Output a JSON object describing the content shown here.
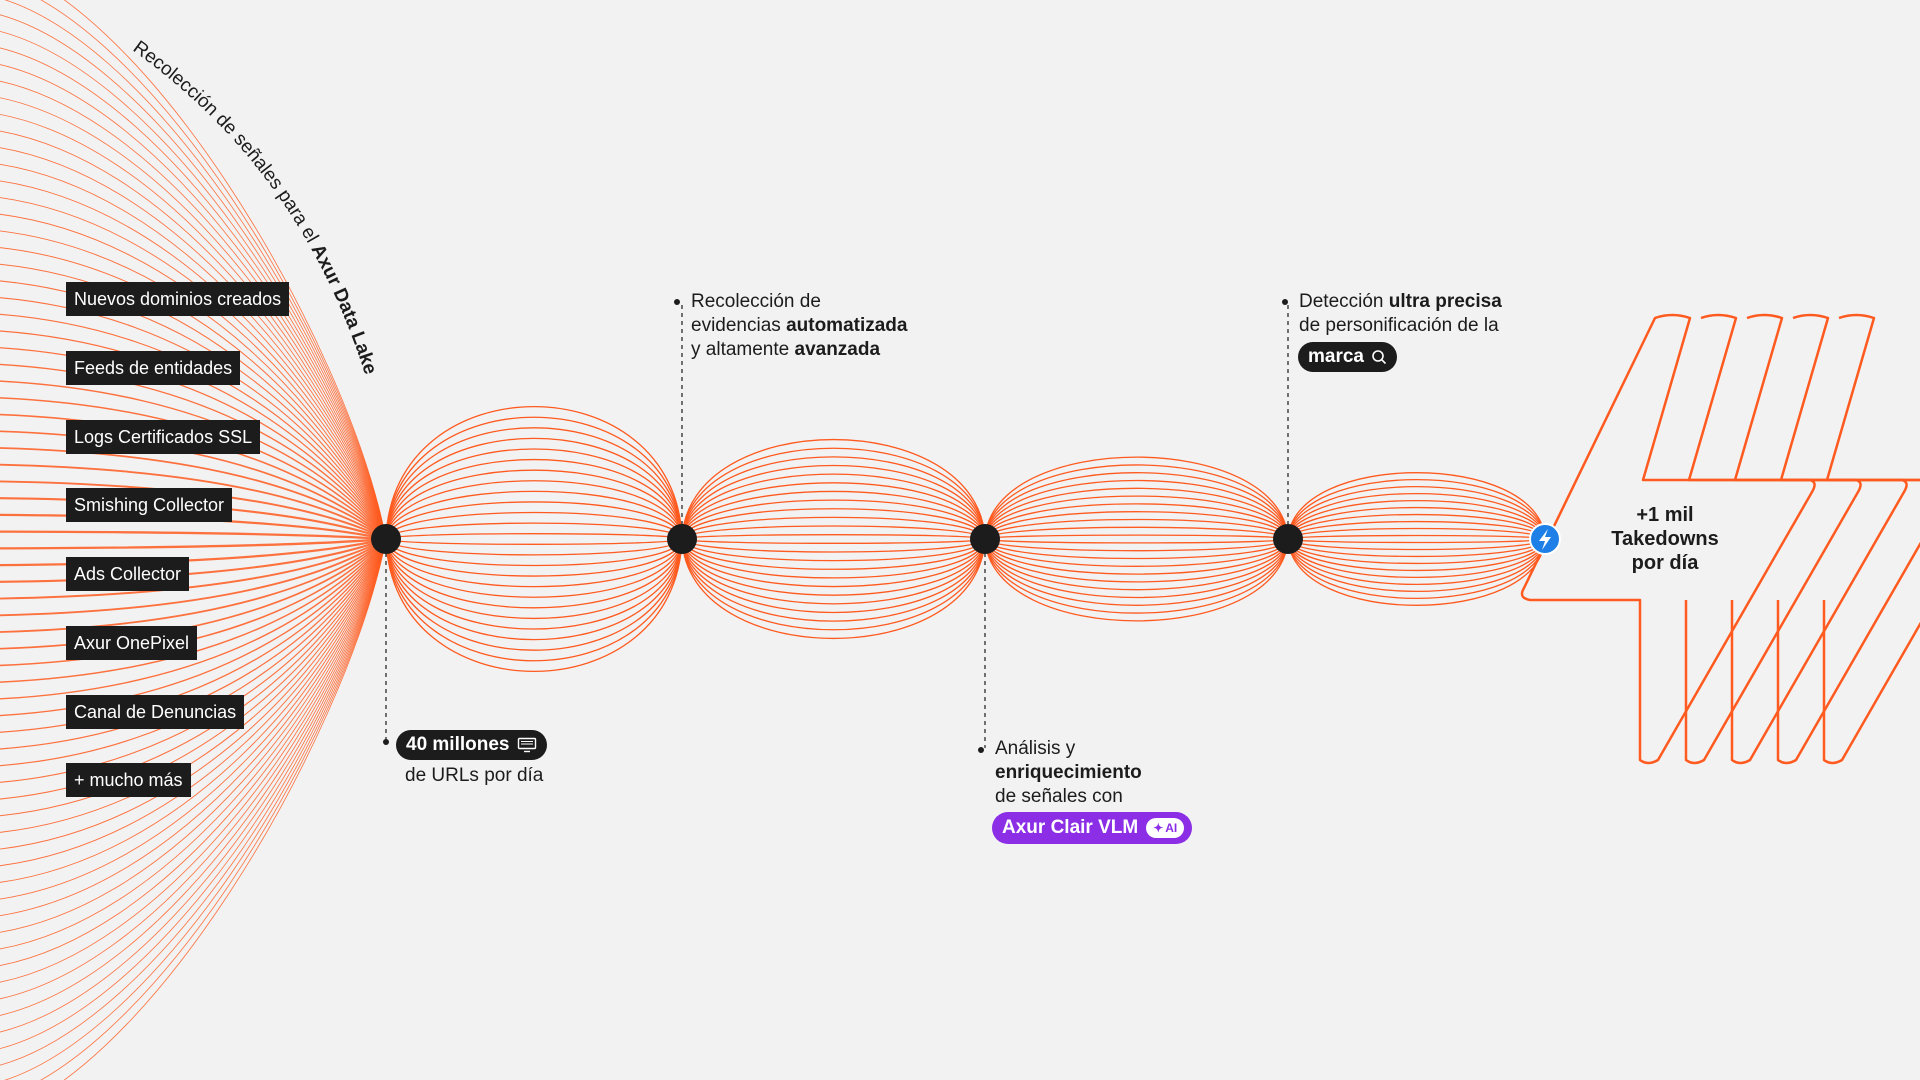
{
  "arc_title": {
    "prefix": "Recolección de señales para el ",
    "bold": "Axur Data Lake"
  },
  "sources": [
    "Nuevos dominios creados",
    "Feeds de entidades",
    "Logs Certificados SSL",
    "Smishing Collector",
    "Ads Collector",
    "Axur OnePixel",
    "Canal de Denuncias",
    "+ mucho más"
  ],
  "step1": {
    "pill": "40 millones",
    "pill_icon": "monitor-icon",
    "text": "de URLs por día"
  },
  "step2": {
    "line1_a": "Recolección de",
    "line2_a": "evidencias ",
    "line2_b": "automatizada",
    "line3_a": "y altamente ",
    "line3_b": "avanzada"
  },
  "step3": {
    "line1": "Análisis y",
    "line2_b": "enriquecimiento",
    "line3": "de señales con",
    "pill": "Axur Clair VLM",
    "chip": "AI",
    "chip_icon": "sparkle-icon"
  },
  "step4": {
    "line1_a": "Detección ",
    "line1_b": "ultra precisa",
    "line2": "de personificación de la",
    "pill": "marca",
    "pill_icon": "search-icon"
  },
  "result": {
    "icon": "lightning-icon",
    "line1": "+1 mil",
    "line2": "Takedowns",
    "line3": "por día"
  },
  "colors": {
    "accent": "#ff5a1f",
    "dark": "#1c1c1c",
    "purple": "#8b2ee6",
    "blue": "#1e7fe6",
    "background": "#f2f2f2"
  }
}
